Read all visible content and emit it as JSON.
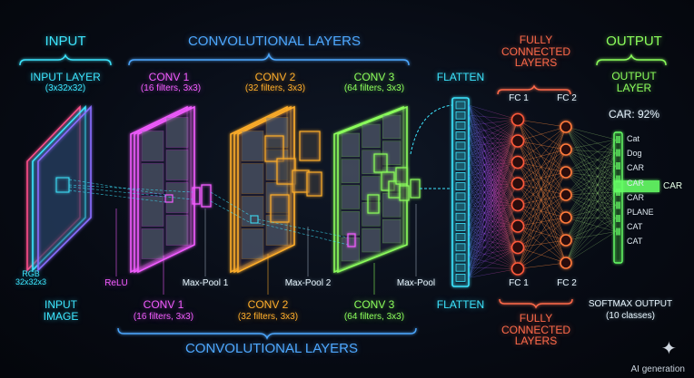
{
  "headers": {
    "input": "INPUT",
    "conv_top": "CONVOLUTIONAL LAYERS",
    "flatten_top": "FLATTEN",
    "fc_top": "FULLY\nCONNECTED\nLAYERS",
    "output": "OUTPUT"
  },
  "top_labels": {
    "input_layer": "INPUT LAYER",
    "input_dims": "(3x32x32)",
    "conv1": "CONV 1",
    "conv1_sub": "(16 filters, 3x3)",
    "conv2": "CONV 2",
    "conv2_sub": "(32 filters, 3x3)",
    "conv3": "CONV 3",
    "conv3_sub": "(64 filters, 3x3)",
    "fc1": "FC 1",
    "fc2": "FC 2",
    "output_layer": "OUTPUT\nLAYER",
    "confidence": "CAR: 92%"
  },
  "bottom_labels": {
    "rgb": "RGB\n32x32x3",
    "relu": "ReLU",
    "maxpool1": "Max-Pool 1",
    "maxpool2": "Max-Pool 2",
    "maxpool": "Max-Pool",
    "input_image": "INPUT\nIMAGE",
    "conv1": "CONV 1",
    "conv1_sub": "(16 filters, 3x3)",
    "conv2": "CONV 2",
    "conv2_sub": "(32 filters, 3x3)",
    "conv3": "CONV 3",
    "conv3_sub": "(64 filters, 3x3)",
    "conv_bottom": "CONVOLUTIONAL LAYERS",
    "flatten": "FLATTEN",
    "fc1": "FC 1",
    "fc2": "FC 2",
    "fc_bottom": "FULLY\nCONNECTED\nLAYERS",
    "softmax": "SOFTMAX OUTPUT",
    "softmax_sub": "(10 classes)"
  },
  "output_classes": [
    "Cat",
    "Dog",
    "CAR",
    "CAR",
    "CAR",
    "PLANE",
    "CAT",
    "CAT"
  ],
  "predicted": "CAR",
  "watermark": "AI generation",
  "colors": {
    "cyan": "#3de6ff",
    "magenta": "#f25cff",
    "orange": "#ffae2b",
    "green": "#8cff5c",
    "blue": "#4ea8ff",
    "red": "#ff6a4a",
    "output_green": "#66ff66"
  }
}
